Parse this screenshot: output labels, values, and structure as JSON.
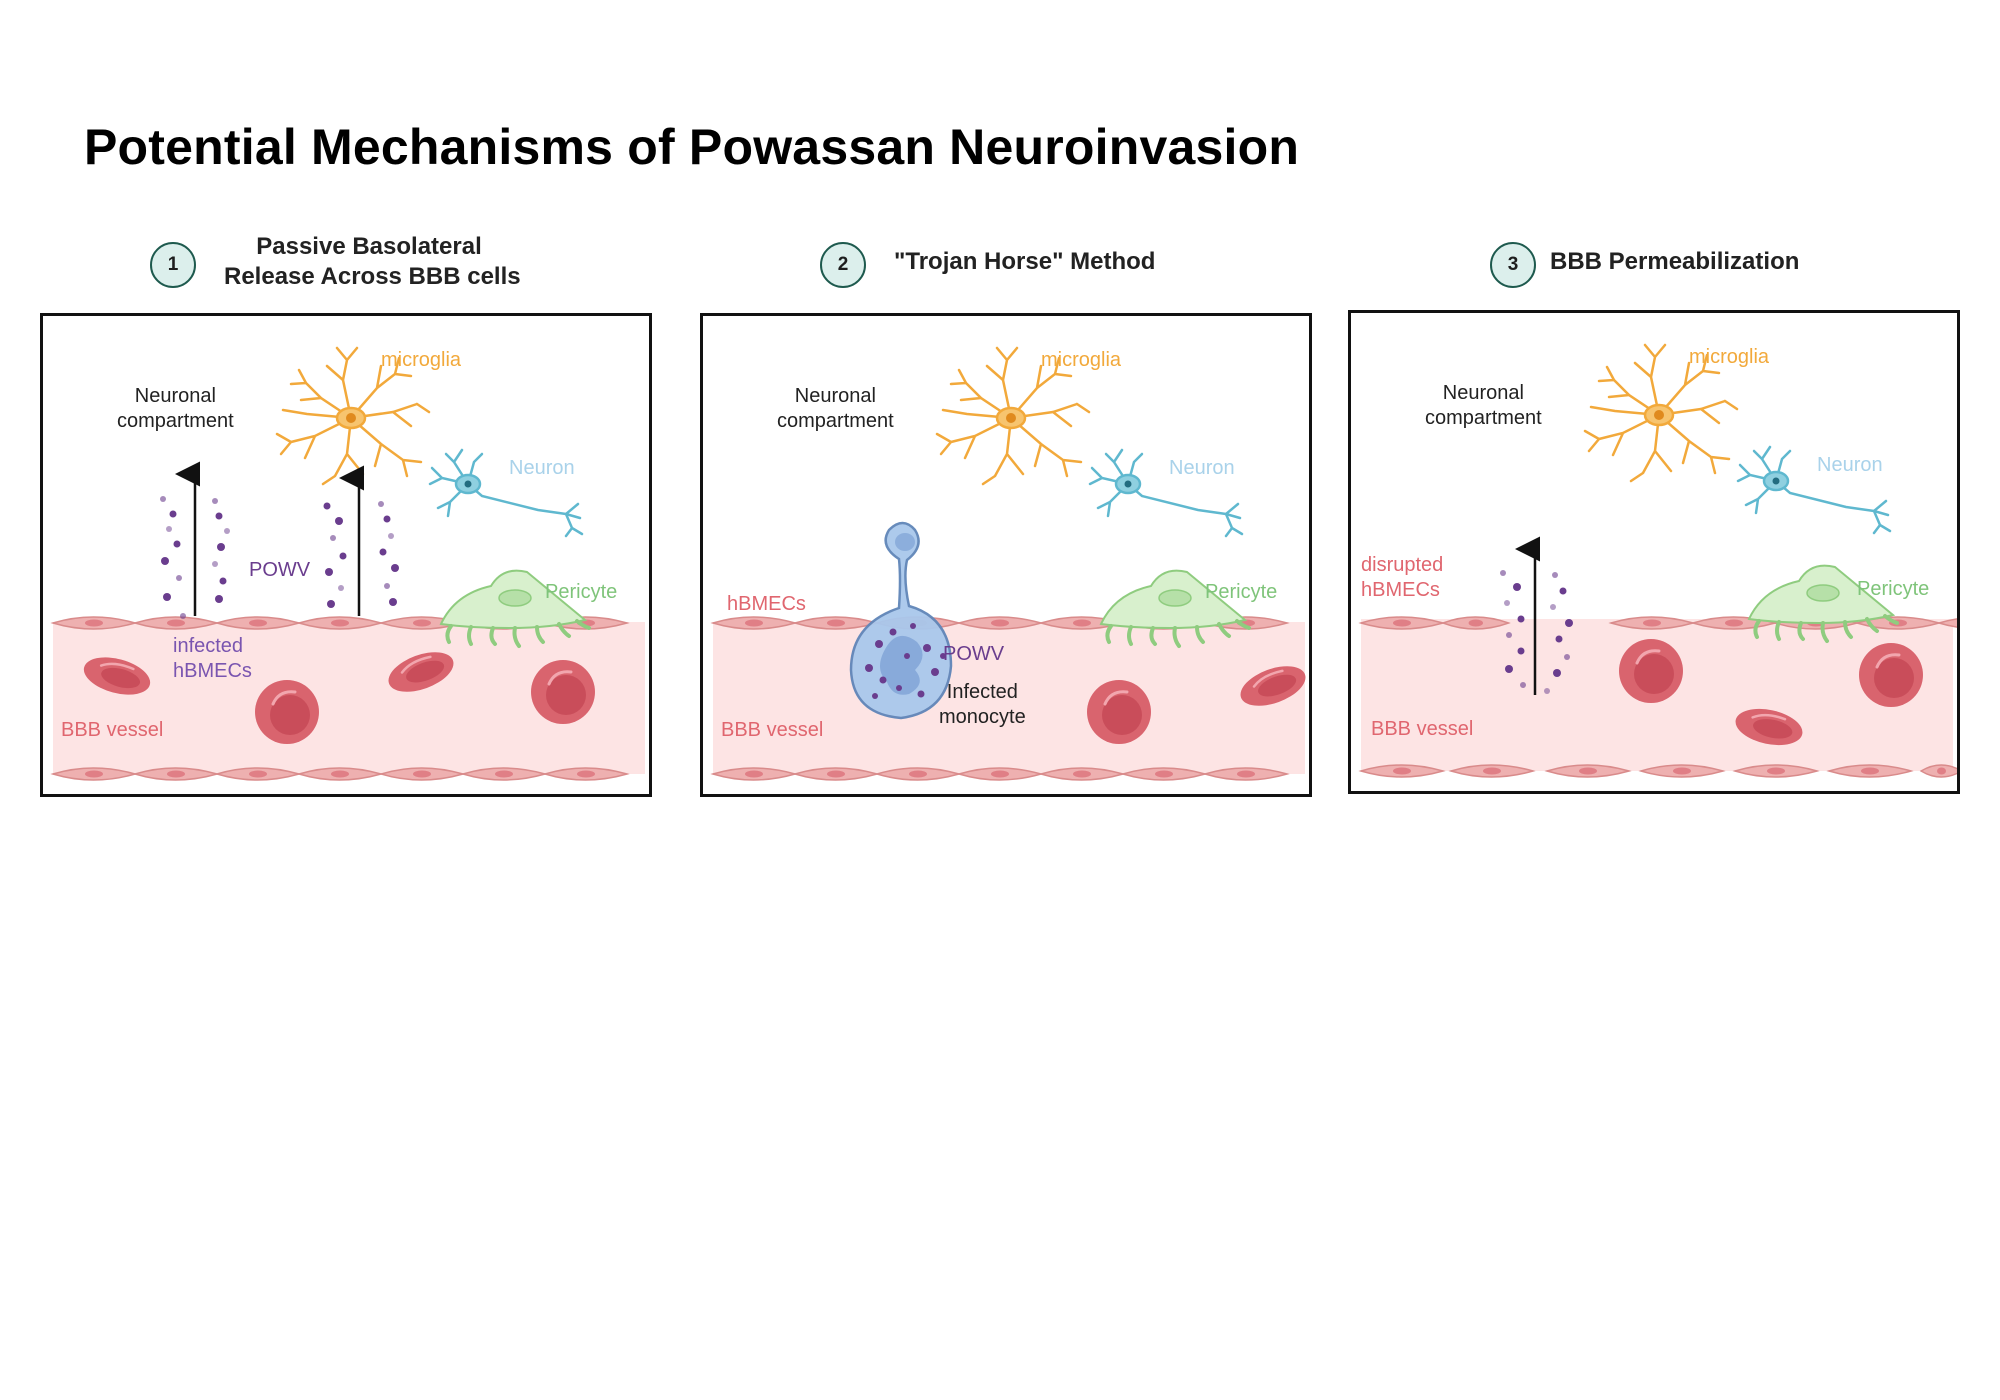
{
  "title": "Potential Mechanisms of Powassan Neuroinvasion",
  "colors": {
    "vessel_fill": "#fde4e4",
    "endothelial": "#eeb0b0",
    "rbc": "#d9646e",
    "microglia": "#f2a93b",
    "neuron": "#5fb8cf",
    "pericyte": "#b6e0a8",
    "virus": "#6a3d8e",
    "monocyte": "#9ec0e6"
  },
  "icons": [
    "microglia-icon",
    "neuron-icon",
    "pericyte-icon",
    "red-blood-cell-icon",
    "endothelial-cell-icon",
    "virus-particle-icon",
    "monocyte-icon",
    "arrow-up-icon"
  ],
  "mechanisms": [
    {
      "number": "1",
      "heading_line1": "Passive Basolateral",
      "heading_line2": "Release Across BBB cells",
      "labels": {
        "neuronal_1": "Neuronal",
        "neuronal_2": "compartment",
        "microglia": "microglia",
        "neuron": "Neuron",
        "powv": "POWV",
        "pericyte": "Pericyte",
        "infected_1": "infected",
        "infected_2": "hBMECs",
        "vessel": "BBB vessel"
      }
    },
    {
      "number": "2",
      "heading": "\"Trojan Horse\" Method",
      "labels": {
        "neuronal_1": "Neuronal",
        "neuronal_2": "compartment",
        "microglia": "microglia",
        "neuron": "Neuron",
        "pericyte": "Pericyte",
        "hbmecs": "hBMECs",
        "powv": "POWV",
        "monocyte_1": "Infected",
        "monocyte_2": "monocyte",
        "vessel": "BBB vessel"
      }
    },
    {
      "number": "3",
      "heading": "BBB Permeabilization",
      "labels": {
        "neuronal_1": "Neuronal",
        "neuronal_2": "compartment",
        "microglia": "microglia",
        "neuron": "Neuron",
        "disrupted_1": "disrupted",
        "disrupted_2": "hBMECs",
        "pericyte": "Pericyte",
        "vessel": "BBB vessel"
      }
    }
  ]
}
